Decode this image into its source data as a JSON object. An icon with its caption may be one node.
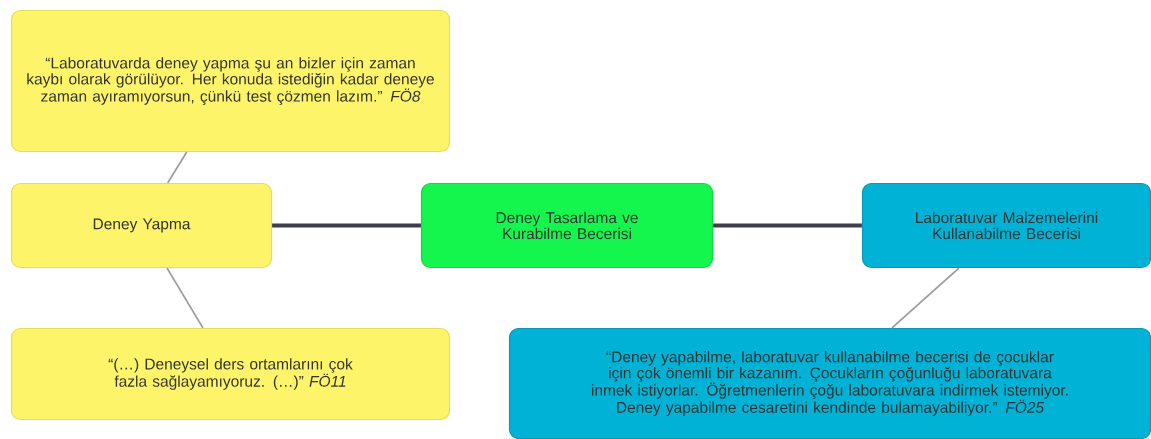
{
  "diagram": {
    "nodes": [
      {
        "text": [
          "Deney Tasarlama ve Kurabilme Becerisi"
        ]
      },
      {
        "text": [
          "Deney Yapma"
        ]
      },
      {
        "text": [
          "“Laboratuvarda deney yapma şu an bizler için zaman kaybı olarak görülüyor. Her konuda istediğin kadar deneye zaman ayıramıyorsun, çünkü test çözmen lazım.” *FÖ8*"
        ]
      },
      {
        "text": [
          "“(…) Deneysel ders ortamlarını çok fazla sağlayamıyoruz. (…)” *FÖ11*"
        ]
      },
      {
        "text": [
          "Laboratuvar Malzemelerini Kullanabilme Becerisi"
        ]
      },
      {
        "text": [
          "“Deney yapabilme, laboratuvar kullanabilme becerisi de çocuklar için çok önemli bir kazanım. Çocukların çoğunluğu laboratuvara inmek istiyorlar. Öğretmenlerin çoğu laboratuvara indirmek istemiyor. Deney yapabilme cesaretini kendinde bulamayabiliyor.” *FÖ25*"
        ]
      }
    ],
    "edges": [
      {
        "from": 0,
        "to": 1,
        "arrow": "none",
        "style": "thick",
        "color": "#3d404c"
      },
      {
        "from": 0,
        "to": 4,
        "arrow": "none",
        "style": "thick",
        "color": "#3d404c"
      },
      {
        "from": 1,
        "to": 2,
        "arrow": "none"
      },
      {
        "from": 1,
        "to": 3,
        "arrow": "none"
      },
      {
        "from": 4,
        "to": 5,
        "arrow": "none"
      }
    ]
  }
}
